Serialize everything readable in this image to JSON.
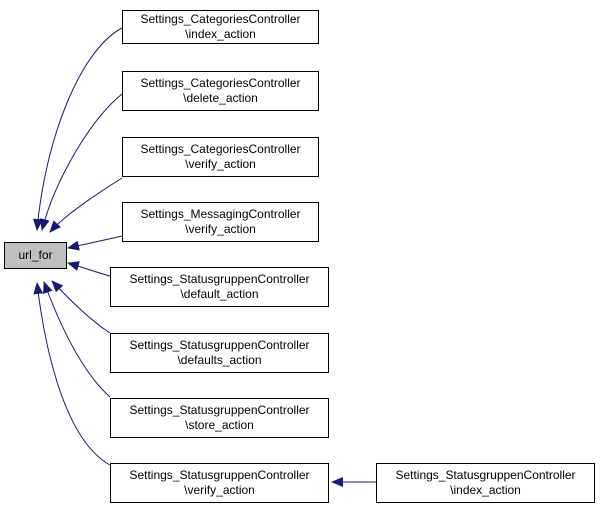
{
  "root": {
    "label": "url_for"
  },
  "callers": [
    {
      "line1": "Settings_CategoriesController",
      "line2": "\\index_action"
    },
    {
      "line1": "Settings_CategoriesController",
      "line2": "\\delete_action"
    },
    {
      "line1": "Settings_CategoriesController",
      "line2": "\\verify_action"
    },
    {
      "line1": "Settings_MessagingController",
      "line2": "\\verify_action"
    },
    {
      "line1": "Settings_StatusgruppenController",
      "line2": "\\default_action"
    },
    {
      "line1": "Settings_StatusgruppenController",
      "line2": "\\defaults_action"
    },
    {
      "line1": "Settings_StatusgruppenController",
      "line2": "\\store_action"
    },
    {
      "line1": "Settings_StatusgruppenController",
      "line2": "\\verify_action"
    }
  ],
  "secondary": {
    "line1": "Settings_StatusgruppenController",
    "line2": "\\index_action"
  },
  "colors": {
    "edge": "#191970",
    "root_fill": "#bfbfbf",
    "node_border": "#000000"
  }
}
